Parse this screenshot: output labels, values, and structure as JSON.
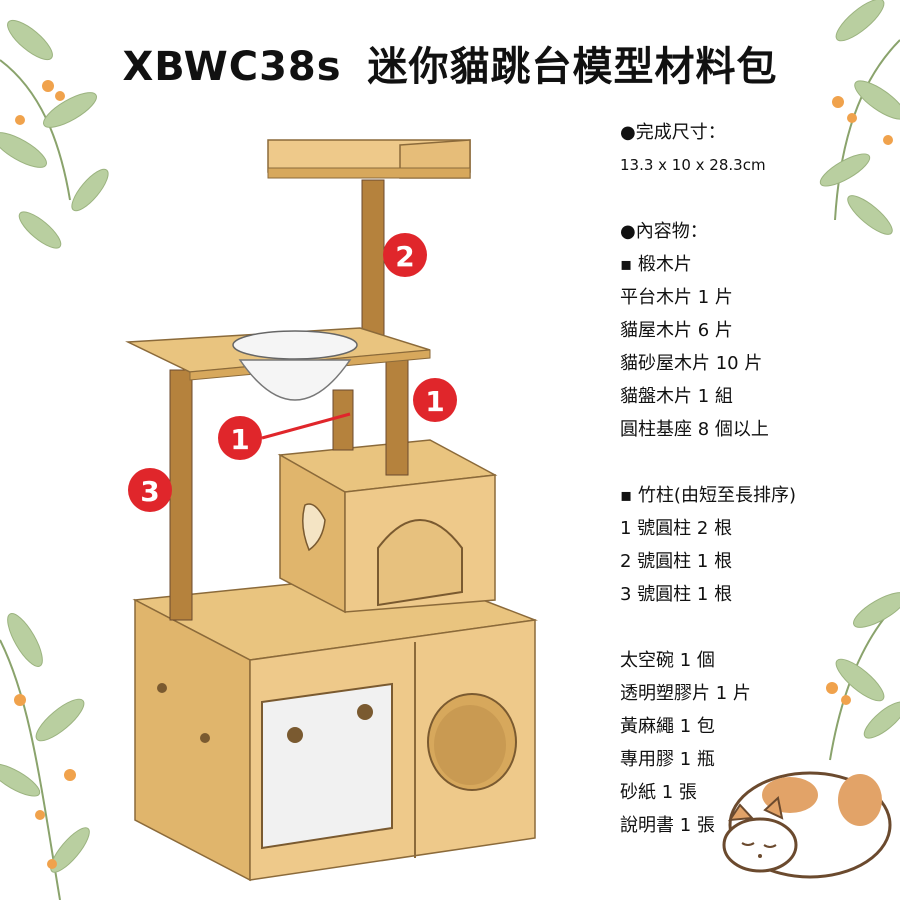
{
  "title": {
    "code": "XBWC38s",
    "name": "迷你貓跳台模型材料包"
  },
  "size": {
    "heading": "●完成尺寸：",
    "value": "13.3 x 10 x 28.3cm"
  },
  "contents": {
    "heading": "●內容物：",
    "wood_heading": "▪  椴木片",
    "wood_items": [
      "平台木片 1 片",
      "貓屋木片 6 片",
      "貓砂屋木片 10 片",
      "貓盤木片 1 組",
      "圓柱基座 8 個以上"
    ],
    "bamboo_heading": "▪  竹柱(由短至長排序)",
    "bamboo_items": [
      "1 號圓柱 2 根",
      "2 號圓柱 1 根",
      "3 號圓柱 1 根"
    ],
    "other_items": [
      "太空碗 1 個",
      "透明塑膠片 1 片",
      "黃麻繩 1 包",
      "專用膠 1 瓶",
      "砂紙 1 張",
      "說明書 1 張"
    ]
  },
  "callouts": {
    "a": "1",
    "b": "1",
    "c": "2",
    "d": "3"
  },
  "colors": {
    "wood": "#e6c07c",
    "wood_dark": "#c99a52",
    "rope": "#b5823d",
    "callout": "#e0262b",
    "leaf": "#a9c28a",
    "berry": "#f0a24c"
  }
}
